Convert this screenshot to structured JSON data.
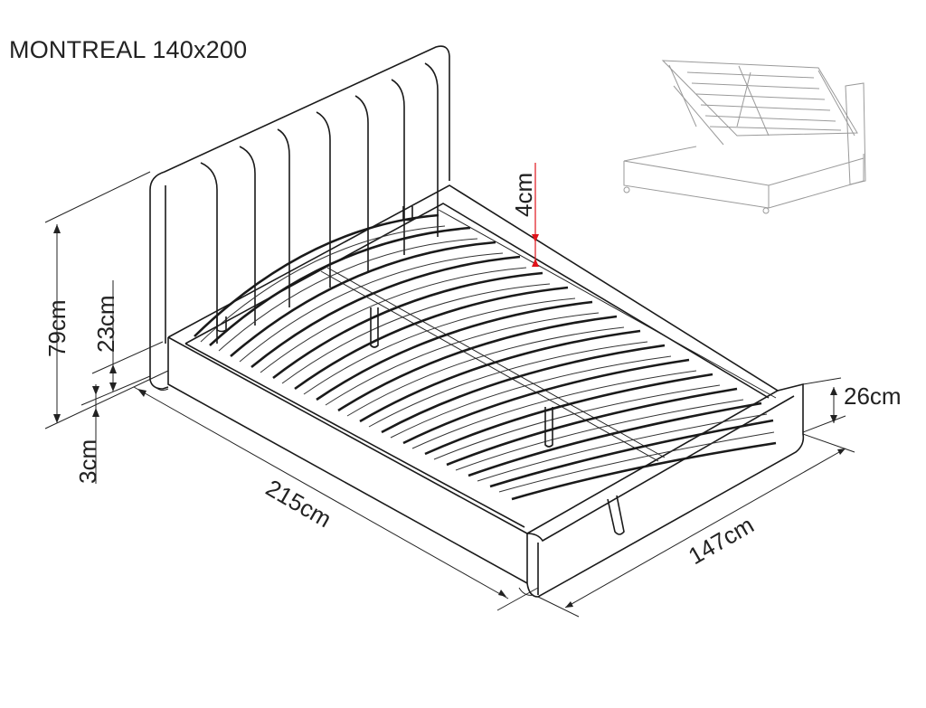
{
  "title": "MONTREAL 140x200",
  "dimensions": {
    "total_height": "79cm",
    "headboard_above_frame": "23cm",
    "leg_height": "3cm",
    "slat_depth": "4cm",
    "frame_height": "26cm",
    "length": "215cm",
    "width": "147cm"
  },
  "colors": {
    "line": "#1a1a1a",
    "accent_dimension": "#e0141b",
    "preview_line": "#9a9a9a"
  },
  "preview": {
    "description": "bed with lifted storage base"
  }
}
